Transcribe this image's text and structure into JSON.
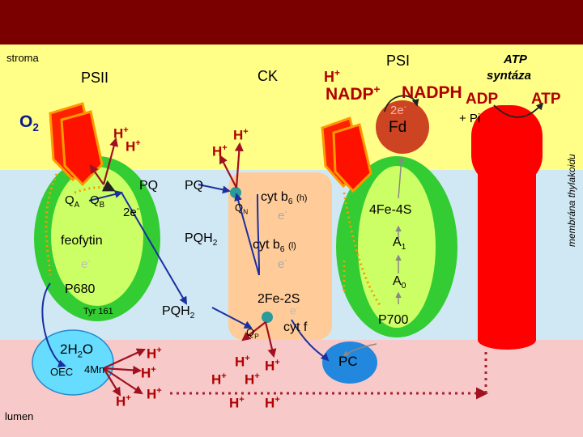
{
  "regions": {
    "stroma": "stroma",
    "lumen": "lumen",
    "membrane": "membrána thylakoidu"
  },
  "complexes": {
    "psii": "PSII",
    "ck": "CK",
    "psi": "PSI",
    "atp_synthase_line1": "ATP",
    "atp_synthase_line2": "syntáza"
  },
  "psii": {
    "o2": "O",
    "o2_sub": "2",
    "qa": "Q",
    "qa_sub": "A",
    "qb": "Q",
    "qb_sub": "B",
    "two_e": "2e",
    "two_e_sup": "-",
    "feofytin": "feofytin",
    "e": "e",
    "e_sup": "-",
    "p680": "P680",
    "tyr": "Tyr 161",
    "water": "2H",
    "water_sub": "2",
    "water_tail": "O",
    "oec": "OEC",
    "mn": "4Mn"
  },
  "pq": {
    "pq1": "PQ",
    "pq2": "PQ",
    "pqh2_mid": "PQH",
    "pqh2_mid_sub": "2",
    "pqh2_low": "PQH",
    "pqh2_low_sub": "2"
  },
  "ck": {
    "cytb6h": "cyt b",
    "cytb6h_sub": "6",
    "cytb6h_suffix": "(h)",
    "qn": "Q",
    "qn_sub": "N",
    "e1": "e",
    "e1_sup": "-",
    "cytb6l": "cyt b",
    "cytb6l_sub": "6",
    "cytb6l_suffix": "(l)",
    "e2": "e",
    "e2_sup": "-",
    "fes": "2Fe-2S",
    "e3": "e",
    "e3_sup": "-",
    "cytf": "cyt f",
    "qp": "Q",
    "qp_sub": "P"
  },
  "psi": {
    "fd": "Fd",
    "two_e": "2e",
    "two_e_sup": "-",
    "fe4s": "4Fe-4S",
    "a1": "A",
    "a1_sub": "1",
    "a0": "A",
    "a0_sub": "0",
    "p700": "P700",
    "pc": "PC"
  },
  "reactions": {
    "nadp": "NADP",
    "nadp_sup": "+",
    "nadph": "NADPH",
    "adp": "ADP",
    "atp": "ATP",
    "pi": "+ Pi"
  },
  "protons": {
    "h": "H",
    "plus": "+"
  }
}
